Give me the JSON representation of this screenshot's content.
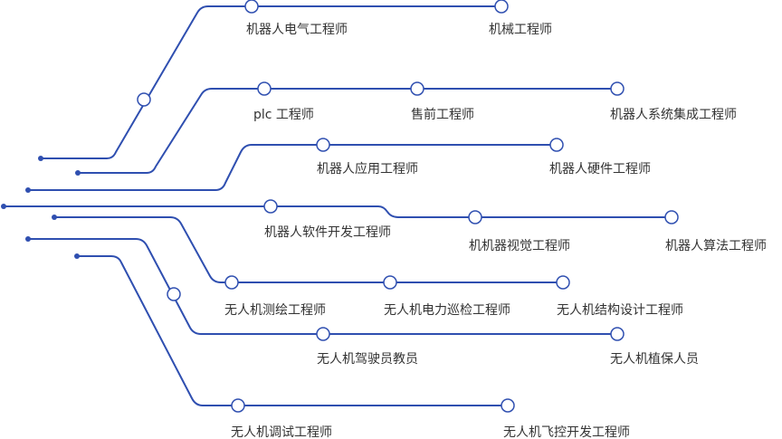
{
  "colors": {
    "line": "#2f4fb0",
    "text": "#333333",
    "background": "#ffffff"
  },
  "labels": {
    "r1a": "机器人电气工程师",
    "r1b": "机械工程师",
    "r2a": "plc 工程师",
    "r2b": "售前工程师",
    "r2c": "机器人系统集成工程师",
    "r3a": "机器人应用工程师",
    "r3b": "机器人硬件工程师",
    "r4a": "机器人软件开发工程师",
    "r4b": "机机器视觉工程师",
    "r4c": "机器人算法工程师",
    "r5a": "无人机测绘工程师",
    "r5b": "无人机电力巡检工程师",
    "r5c": "无人机结构设计工程师",
    "r6a": "无人机驾驶员教员",
    "r6b": "无人机植保人员",
    "r7a": "无人机调试工程师",
    "r7b": "无人机飞控开发工程师"
  }
}
